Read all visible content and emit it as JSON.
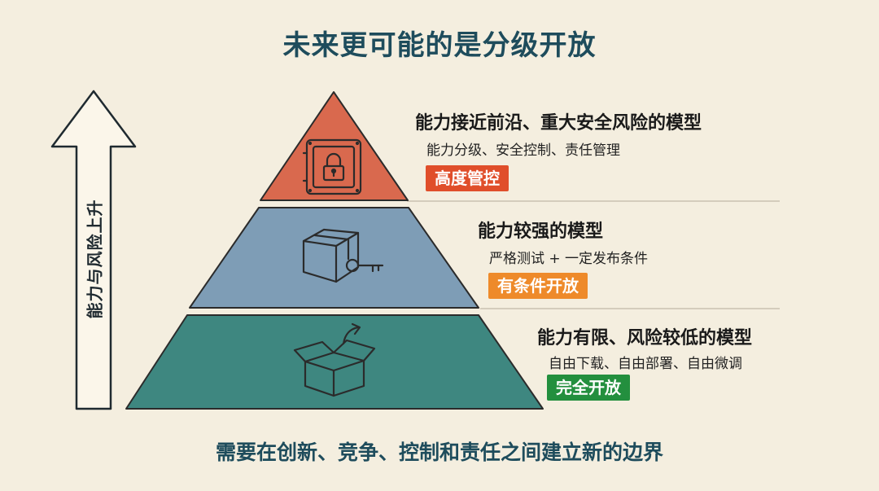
{
  "title": "未来更可能的是分级开放",
  "side_arrow": {
    "label": "能力与风险上升"
  },
  "tiers": [
    {
      "title": "能力接近前沿、重大安全风险的模型",
      "description": "能力分级、安全控制、责任管理",
      "badge": "高度管控",
      "color": "#D9694E",
      "badge_color": "#E04E2A",
      "icon": "safe-lock-icon"
    },
    {
      "title": "能力较强的模型",
      "description": "严格测试 + 一定发布条件",
      "badge": "有条件开放",
      "color": "#7E9DB6",
      "badge_color": "#EE8A2A",
      "icon": "box-key-icon"
    },
    {
      "title": "能力有限、风险较低的模型",
      "description": "自由下载、自由部署、自由微调",
      "badge": "完全开放",
      "color": "#3E8780",
      "badge_color": "#238F3E",
      "icon": "open-box-icon"
    }
  ],
  "footer": "需要在创新、竞争、控制和责任之间建立新的边界"
}
